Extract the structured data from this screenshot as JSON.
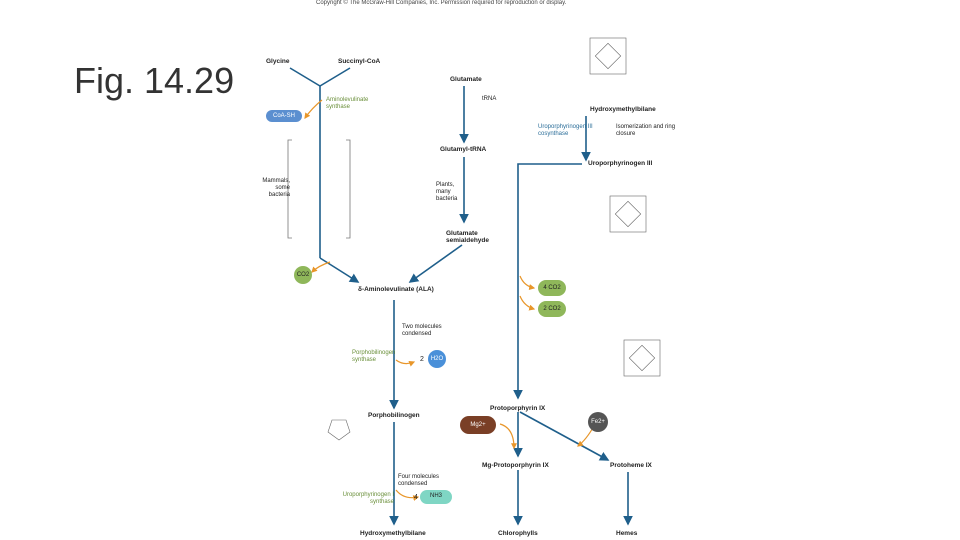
{
  "slide_title": "Fig. 14.29",
  "copyright": "Copyright © The McGraw-Hill Companies, Inc. Permission required for reproduction or display.",
  "labels": {
    "glycine": "Glycine",
    "succinyl_coa": "Succinyl-CoA",
    "glutamate": "Glutamate",
    "trna": "tRNA",
    "glutamyl_trna": "Glutamyl-tRNA",
    "ala_synthase": "Aminolevulinate synthase",
    "coash": "CoA-SH",
    "mammals": "Mammals, some bacteria",
    "plants": "Plants, many bacteria",
    "glutamate_semialdehyde": "Glutamate semialdehyde",
    "co2": "CO2",
    "ala": "δ-Aminolevulinate (ALA)",
    "two_condensed": "Two molecules condensed",
    "pbg_synthase": "Porphobilinogen synthase",
    "two": "2",
    "h2o": "H2O",
    "porphobilinogen": "Porphobilinogen",
    "four_condensed": "Four molecules condensed",
    "uroi_synthase": "Uroporphyrinogen I synthase",
    "four": "4",
    "nh3": "NH3",
    "hydroxymethylbilane_bottom": "Hydroxymethylbilane",
    "hydroxymethylbilane_top": "Hydroxymethylbilane",
    "uroiii_cosynthase": "Uroporphyrinogen III cosynthase",
    "isomerization": "Isomerization and ring closure",
    "uroporphyrinogen_iii": "Uroporphyrinogen III",
    "co2_4": "4 CO2",
    "co2_2": "2 CO2",
    "protoporphyrin": "Protoporphyrin IX",
    "mg": "Mg2+",
    "fe": "Fe2+",
    "mg_protoporphyrin": "Mg-Protoporphyrin IX",
    "protoheme": "Protoheme IX",
    "chlorophylls": "Chlorophylls",
    "hemes": "Hemes"
  },
  "colors": {
    "arrow": "#1f5f8b",
    "orange": "#e8962a",
    "green_ball": "#8fb75a",
    "blue_pill": "#5b8fd0",
    "teal_pill": "#7fd6c4",
    "water_ball": "#4a90d9",
    "mg_ball": "#7a3f26",
    "fe_ball": "#555555"
  }
}
